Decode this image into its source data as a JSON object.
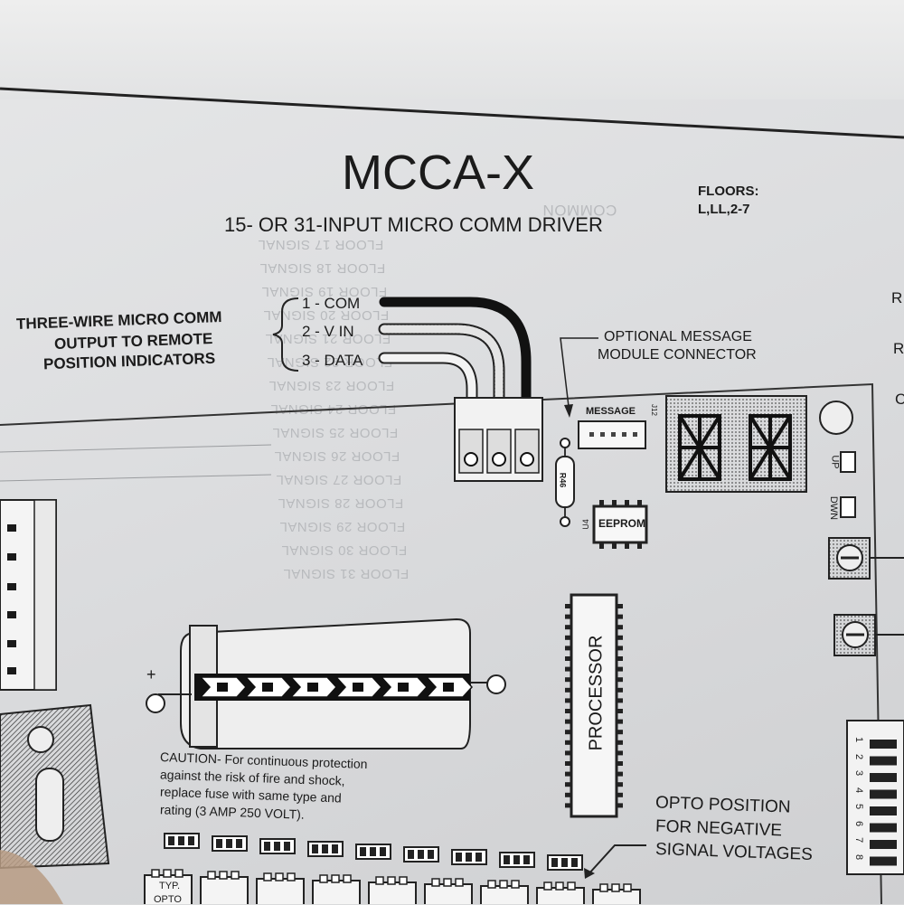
{
  "title": "MCCA-X",
  "subtitle": "15- OR 31-INPUT MICRO COMM DRIVER",
  "floors": {
    "heading": "FLOORS:",
    "values": "L,LL,2-7"
  },
  "output_note": [
    "THREE-WIRE MICRO COMM",
    "OUTPUT TO REMOTE",
    "POSITION INDICATORS"
  ],
  "wires": [
    "1 - COM",
    "2 - V IN",
    "3 - DATA"
  ],
  "connector_note": [
    "OPTIONAL MESSAGE",
    "MODULE CONNECTOR"
  ],
  "message_label": "MESSAGE",
  "eeprom_label": "EEPROM",
  "processor_label": "PROCESSOR",
  "resistor_label": "R46",
  "u4_label": "U4",
  "j12_label": "J12",
  "plus_sign": "+",
  "caution": [
    "CAUTION- For continuous protection",
    "against the risk of fire and shock,",
    "replace fuse with same type and",
    "rating (3 AMP 250 VOLT)."
  ],
  "opto_note": [
    "OPTO POSITION",
    "FOR NEGATIVE",
    "SIGNAL VOLTAGES"
  ],
  "typ_label": [
    "TYP.",
    "OPTO"
  ],
  "switch_labels": {
    "up": "UP",
    "dwn": "DWN"
  },
  "dip_numbers": [
    "1",
    "2",
    "3",
    "4",
    "5",
    "6",
    "7",
    "8"
  ],
  "edge_letters": [
    "R",
    "R",
    "C"
  ],
  "ghost_signals": [
    "FLOOR 17 SIGNAL",
    "FLOOR 18 SIGNAL",
    "FLOOR 19 SIGNAL",
    "FLOOR 20 SIGNAL",
    "FLOOR 21 SIGNAL",
    "FLOOR 22 SIGNAL",
    "FLOOR 23 SIGNAL",
    "FLOOR 24 SIGNAL",
    "FLOOR 25 SIGNAL",
    "FLOOR 26 SIGNAL",
    "FLOOR 27 SIGNAL",
    "FLOOR 28 SIGNAL",
    "FLOOR 29 SIGNAL",
    "FLOOR 30 SIGNAL",
    "FLOOR 31 SIGNAL"
  ],
  "ghost_common": "COMMON"
}
